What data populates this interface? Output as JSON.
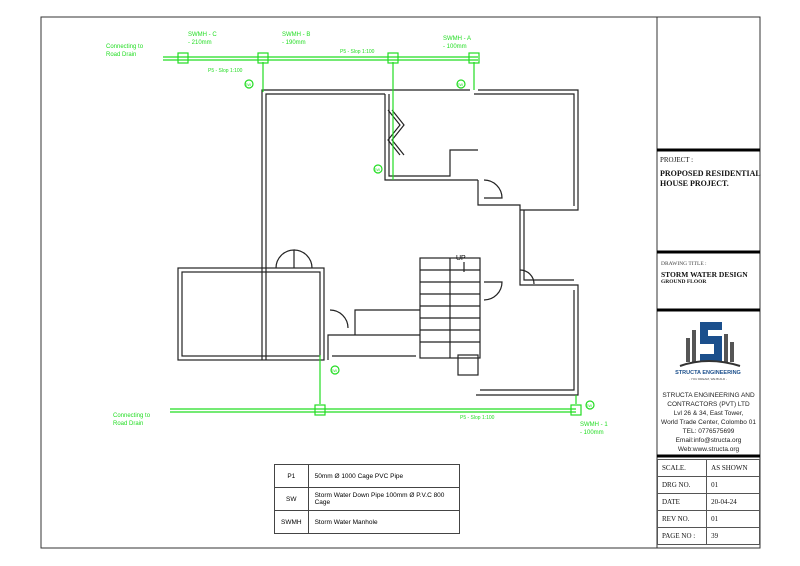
{
  "drawing": {
    "labels": {
      "connect_top": [
        "Connecting to",
        "Road Drain"
      ],
      "connect_bottom": [
        "Connecting to",
        "Road Drain"
      ],
      "swmh_c": [
        "SWMH - C",
        "- 210mm"
      ],
      "swmh_b": [
        "SWMH - B",
        "- 190mm"
      ],
      "swmh_a": [
        "SWMH - A",
        "- 100mm"
      ],
      "swmh_1": [
        "SWMH - 1",
        "- 100mm"
      ],
      "slope": "P5 - Slop 1:100",
      "sw": "SW",
      "up": "UP"
    },
    "pipe_color": "#22dd22"
  },
  "legend": [
    {
      "code": "P1",
      "desc": "50mm Ø 1000 Cage PVC Pipe"
    },
    {
      "code": "SW",
      "desc": "Storm Water Down Pipe 100mm Ø  P.V.C 800 Cage"
    },
    {
      "code": "SWMH",
      "desc": "Storm Water Manhole"
    }
  ],
  "title_block": {
    "project_label": "PROJECT :",
    "project_name": "PROPOSED RESIDENTIAL HOUSE PROJECT.",
    "drawing_title_label": "DRAWING TITLE :",
    "drawing_title": "STORM WATER DESIGN",
    "drawing_subtitle": "GROUND FLOOR",
    "logo_text": "STRUCTA ENGINEERING",
    "logo_tagline": "- YOU DREAM, WE BUILD -",
    "company": [
      "STRUCTA ENGINEERING AND",
      "CONTRACTORS  (PVT) LTD",
      "Lvl 26 & 34, East Tower,",
      "World Trade Center, Colombo 01",
      "TEL: 0776575699",
      "Email:info@structa.org",
      "Web:www.structa.org"
    ],
    "info": [
      {
        "label": "SCALE.",
        "value": "AS SHOWN"
      },
      {
        "label": "DRG NO.",
        "value": "01"
      },
      {
        "label": "DATE",
        "value": "20-04-24"
      },
      {
        "label": "REV NO.",
        "value": "01"
      },
      {
        "label": "PAGE NO :",
        "value": "39"
      }
    ]
  }
}
